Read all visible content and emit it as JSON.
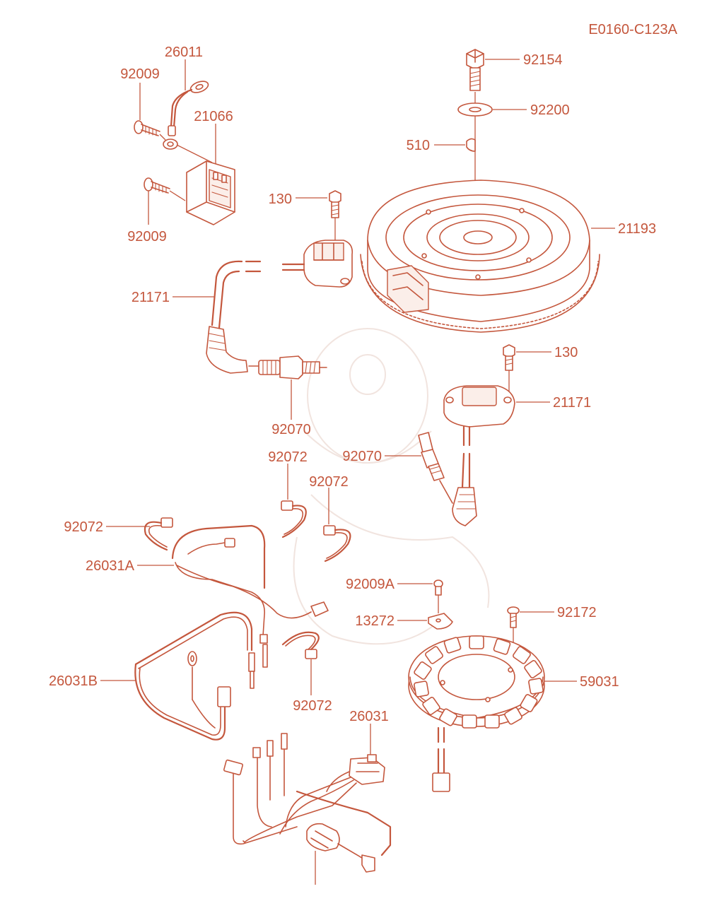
{
  "diagram": {
    "code": "E0160-C123A",
    "labels": {
      "p26011": "26011",
      "p92009_top": "92009",
      "p21066": "21066",
      "p92009_bottom": "92009",
      "p92154": "92154",
      "p92200": "92200",
      "p510": "510",
      "p130_top": "130",
      "p21193": "21193",
      "p21171_left": "21171",
      "p130_right": "130",
      "p21171_right": "21171",
      "p92070_left": "92070",
      "p92070_right": "92070",
      "p92072_a": "92072",
      "p92072_b": "92072",
      "p92072_c": "92072",
      "p92072_d": "92072",
      "p26031A": "26031A",
      "p92009A": "92009A",
      "p13272": "13272",
      "p92172": "92172",
      "p26031B": "26031B",
      "p59031": "59031",
      "p26031": "26031"
    }
  },
  "colors": {
    "line": "#c4573d",
    "background": "#ffffff"
  }
}
